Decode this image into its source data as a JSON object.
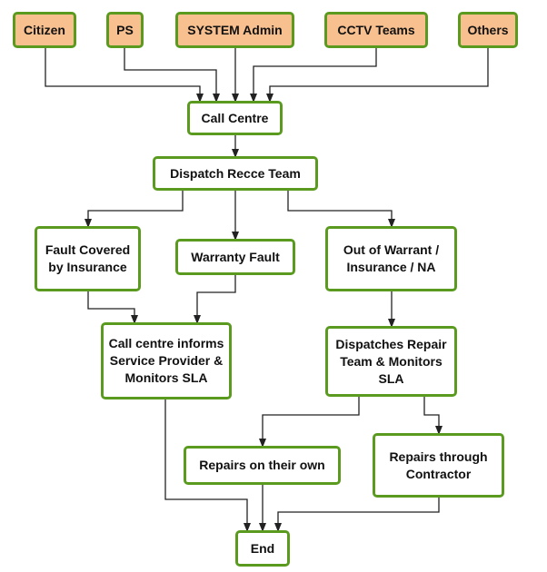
{
  "colors": {
    "border": "#5a9a1f",
    "source_fill": "#f9c08f",
    "node_fill": "#ffffff",
    "arrow": "#222222",
    "text": "#111111"
  },
  "nodes": {
    "citizen": "Citizen",
    "ps": "PS",
    "system_admin": "SYSTEM Admin",
    "cctv_teams": "CCTV Teams",
    "others": "Others",
    "call_centre": "Call Centre",
    "dispatch_recce": "Dispatch Recce Team",
    "fault_insurance": "Fault Covered\nby Insurance",
    "warranty_fault": "Warranty Fault",
    "out_of_warrant": "Out of Warrant /\nInsurance / NA",
    "call_centre_informs": "Call centre informs\nService Provider &\nMonitors SLA",
    "dispatches_repair": "Dispatches Repair\nTeam & Monitors\nSLA",
    "repairs_own": "Repairs on their own",
    "repairs_contractor": "Repairs through\nContractor",
    "end": "End"
  }
}
